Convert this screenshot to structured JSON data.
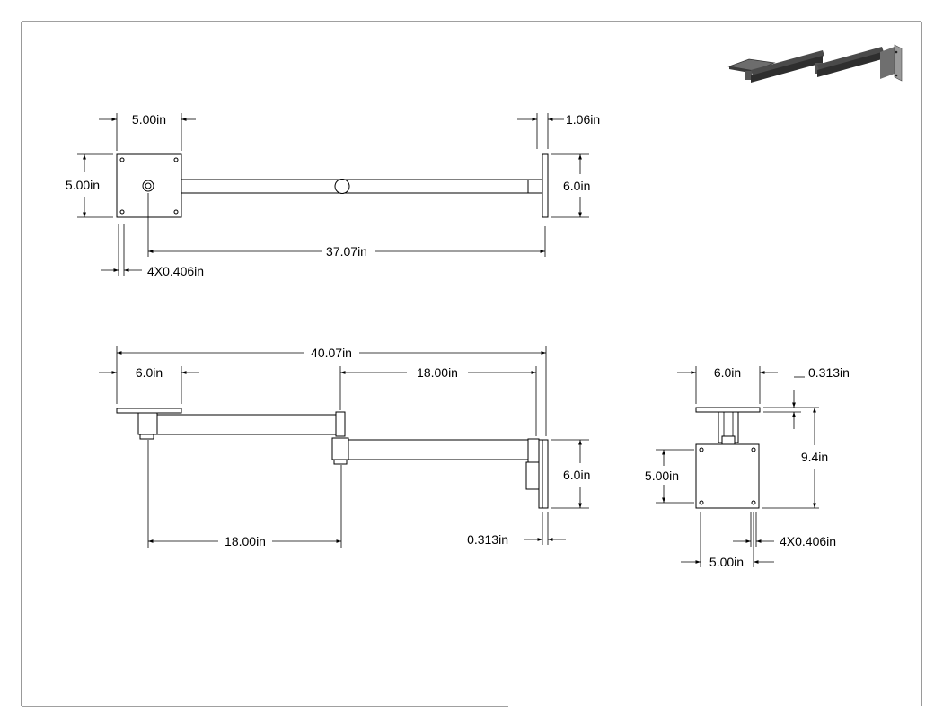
{
  "views": {
    "top": {
      "plate_width": "5.00in",
      "plate_height": "5.00in",
      "mount_thickness": "1.06in",
      "mount_height": "6.0in",
      "overall_length": "37.07in",
      "hole_spec": "4X0.406in"
    },
    "front": {
      "overall_length": "40.07in",
      "plate_width": "6.0in",
      "outer_arm_length": "18.00in",
      "inner_arm_length": "18.00in",
      "mount_height": "6.0in",
      "mount_thickness": "0.313in"
    },
    "side": {
      "plate_width": "6.0in",
      "plate_thickness": "0.313in",
      "overall_height": "9.4in",
      "bracket_height": "5.00in",
      "bracket_width": "5.00in",
      "hole_spec": "4X0.406in"
    }
  },
  "iso_view": {
    "icon": "wall-arm-iso-render"
  }
}
